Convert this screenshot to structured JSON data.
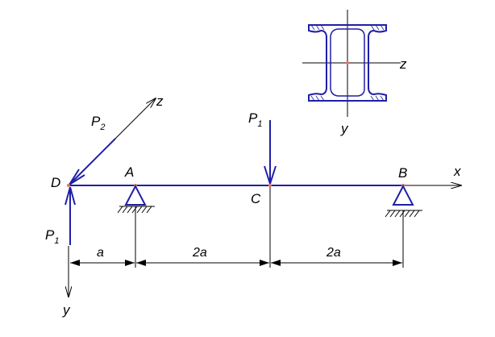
{
  "diagram": {
    "colors": {
      "beam": "#1f1fa8",
      "line": "#000000",
      "point": "#e07070",
      "fill": "#ffffff"
    },
    "points": {
      "D": "D",
      "A": "A",
      "C": "C",
      "B": "B"
    },
    "axes": {
      "x": "x",
      "z": "z",
      "y": "y"
    },
    "loads": {
      "p2": {
        "base": "P",
        "sub": "2"
      },
      "p1_top": {
        "base": "P",
        "sub": "1"
      },
      "p1_left": {
        "base": "P",
        "sub": "1"
      }
    },
    "dimensions": {
      "d1": "a",
      "d2": "2a",
      "d3": "2a"
    },
    "section": {
      "z": "z",
      "y": "y"
    }
  }
}
